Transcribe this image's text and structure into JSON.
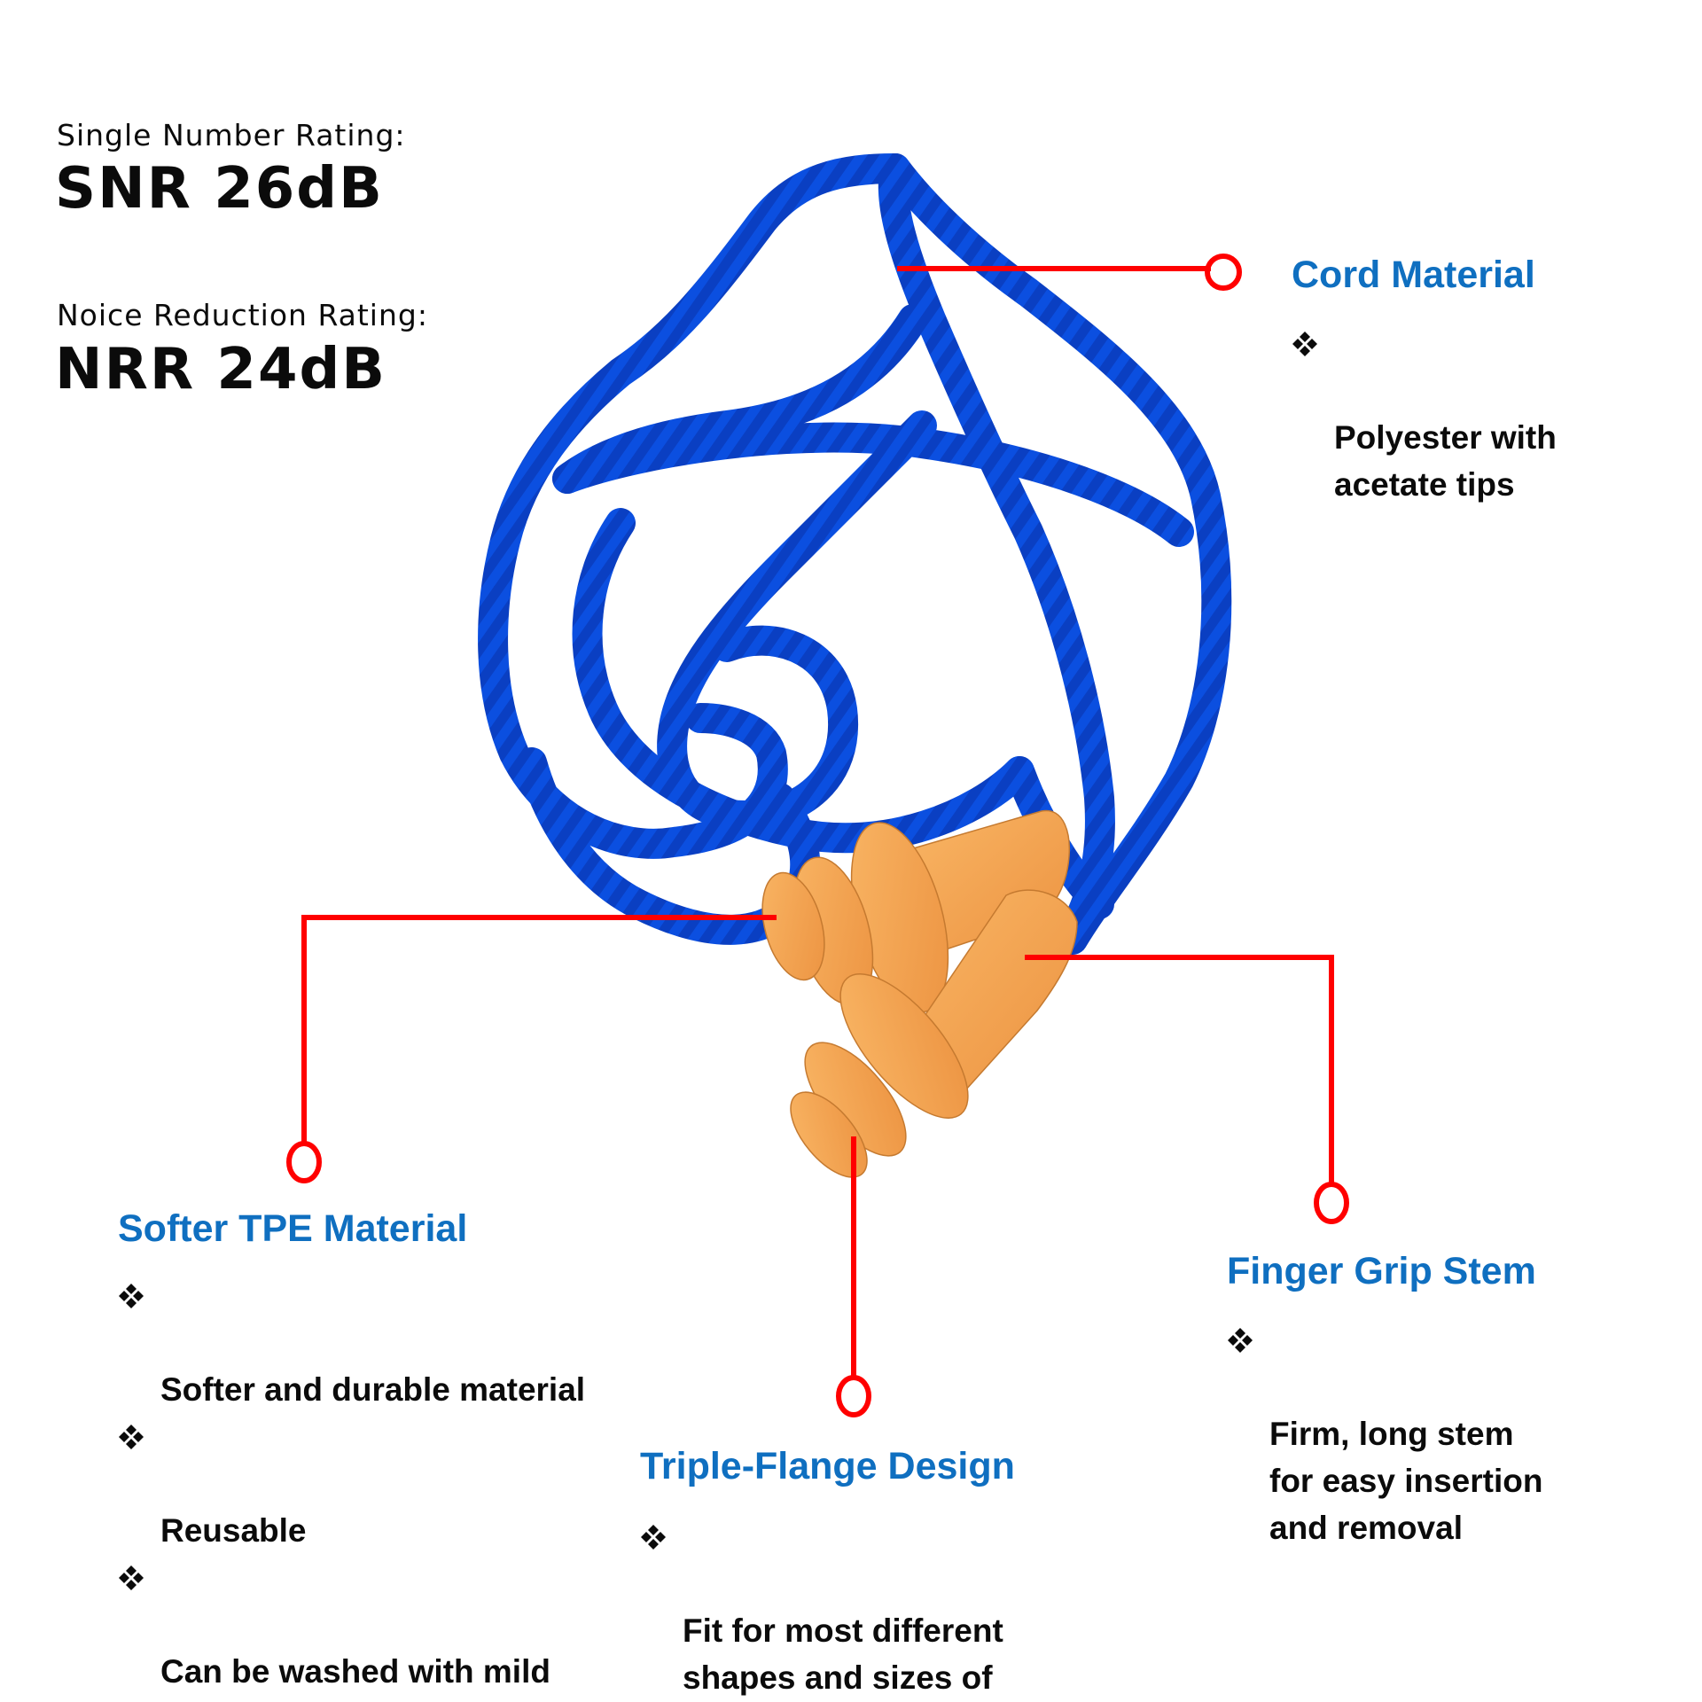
{
  "ratings": {
    "snr_label": "Single Number Rating:",
    "snr_value": "SNR 26dB",
    "nrr_label": "Noice Reduction Rating:",
    "nrr_value": "NRR 24dB"
  },
  "callouts": {
    "cord": {
      "title": "Cord Material",
      "bullets": [
        "Polyester with\nacetate tips"
      ]
    },
    "tpe": {
      "title": "Softer TPE Material",
      "bullets": [
        "Softer and durable material",
        "Reusable",
        "Can be washed with mild\ndetergent"
      ]
    },
    "flange": {
      "title": "Triple-Flange Design",
      "bullets": [
        "Fit for most different\nshapes and sizes of\near canals"
      ]
    },
    "grip": {
      "title": "Finger Grip Stem",
      "bullets": [
        "Firm, long stem\nfor easy insertion\nand removal"
      ]
    }
  },
  "colors": {
    "title_blue": "#0f6fc0",
    "leader_red": "#ff0000",
    "cord_blue": "#0a48d8",
    "earplug_orange": "#f5a24c"
  }
}
